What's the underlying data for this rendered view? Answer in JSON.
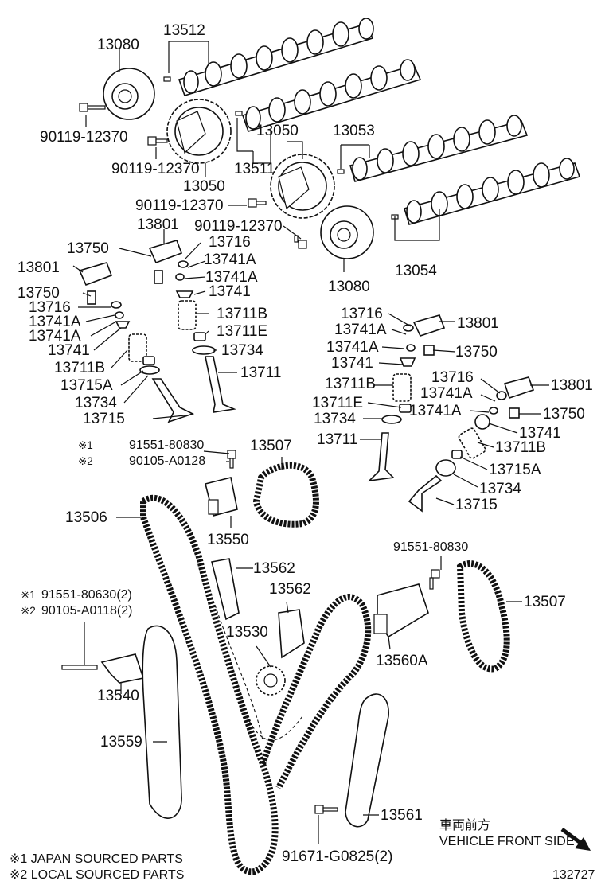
{
  "labels": [
    "13080",
    "13512",
    "90119-12370",
    "90119-12370",
    "13050",
    "13511",
    "13050",
    "13053",
    "90119-12370",
    "90119-12370",
    "13054",
    "13080",
    "13801",
    "13750",
    "13716",
    "13741A",
    "13741A",
    "13741",
    "13801",
    "13750",
    "13716",
    "13741A",
    "13741A",
    "13741",
    "13711B",
    "13711E",
    "13734",
    "13711B",
    "13711",
    "13715A",
    "13734",
    "13715",
    "13716",
    "13801",
    "13741A",
    "13741A",
    "13750",
    "13741",
    "13711B",
    "13711E",
    "13734",
    "13711",
    "13716",
    "13801",
    "13741A",
    "13741A",
    "13750",
    "13741",
    "13711B",
    "13715A",
    "13734",
    "13715",
    "91551-80830",
    "90105-A0128",
    "13507",
    "13506",
    "13550",
    "13562",
    "13562",
    "91551-80830",
    "13507",
    "91551-80630(2)",
    "90105-A0118(2)",
    "13530",
    "13560A",
    "13540",
    "13559",
    "13561",
    "91671-G0825(2)"
  ],
  "marks": {
    "m1": "※1",
    "m2": "※2"
  },
  "notes": {
    "japan": "※1 JAPAN SOURCED PARTS",
    "local": "※2 LOCAL SOURCED PARTS"
  },
  "direction": {
    "jp": "車両前方",
    "en": "VEHICLE FRONT SIDE"
  },
  "diagram_id": "132727"
}
